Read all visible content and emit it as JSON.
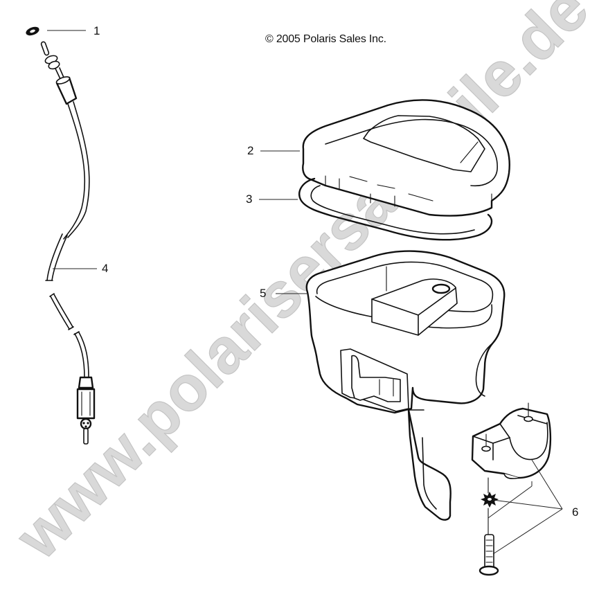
{
  "diagram": {
    "copyright": "© 2005 Polaris Sales Inc.",
    "watermark": "www.polarisersatzteile.de",
    "watermark_color": "#d9d9d9",
    "line_color": "#111111",
    "background": "#ffffff",
    "callouts": [
      {
        "number": "1",
        "part": "o-ring-seal"
      },
      {
        "number": "2",
        "part": "throttle-housing-cover"
      },
      {
        "number": "3",
        "part": "cover-gasket"
      },
      {
        "number": "4",
        "part": "throttle-cable"
      },
      {
        "number": "5",
        "part": "throttle-housing-with-lever"
      },
      {
        "number": "6",
        "part": "clamp-washer-screw-kit"
      }
    ]
  }
}
